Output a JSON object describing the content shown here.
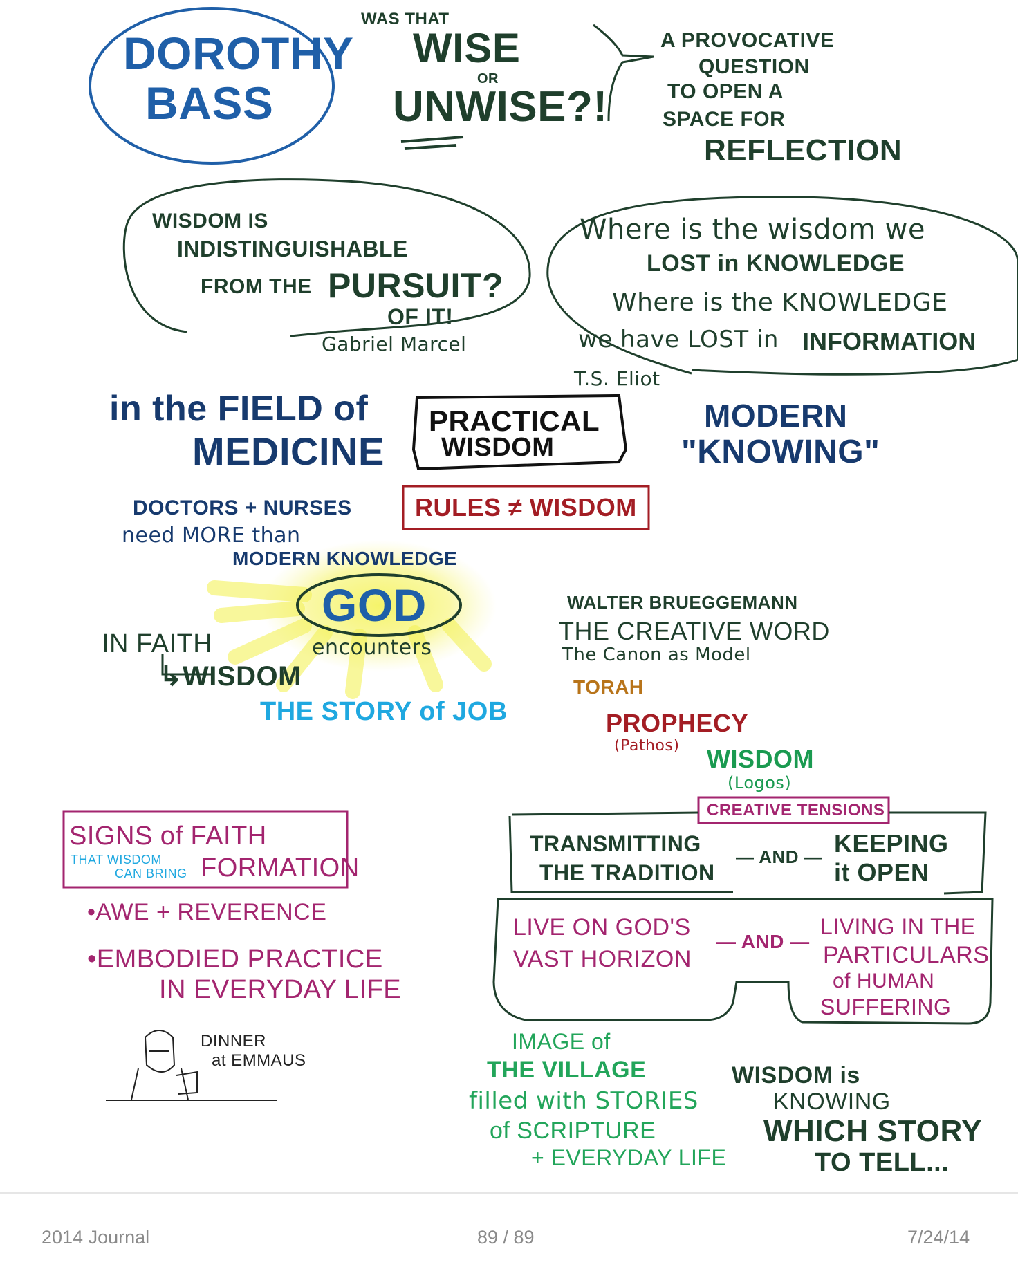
{
  "speaker": {
    "name_line1": "DOROTHY",
    "name_line2": "BASS"
  },
  "question": {
    "was_that": "WAS THAT",
    "wise": "WISE",
    "or": "OR",
    "unwise": "UNWISE?!"
  },
  "provocative": {
    "lines": [
      "A PROVOCATIVE",
      "QUESTION",
      "TO OPEN A",
      "SPACE FOR",
      "REFLECTION"
    ]
  },
  "marcel_bubble": {
    "lines": [
      "WISDOM IS",
      "INDISTINGUISHABLE",
      "FROM THE",
      "PURSUIT?",
      "OF IT!"
    ],
    "author": "Gabriel Marcel"
  },
  "eliot_bubble": {
    "lines": [
      "Where is the wisdom we",
      "LOST in KNOWLEDGE",
      "Where is the KNOWLEDGE",
      "we have LOST in",
      "INFORMATION"
    ],
    "author": "T.S. Eliot"
  },
  "medicine": {
    "line1": "in the FIELD of",
    "line2": "MEDICINE"
  },
  "practical_wisdom": {
    "line1": "PRACTICAL",
    "line2": "WISDOM"
  },
  "modern_knowing": {
    "line1": "MODERN",
    "line2": "\"KNOWING\""
  },
  "rules": "RULES ≠ WISDOM",
  "doctors": {
    "lines": [
      "DOCTORS + NURSES",
      "need MORE than",
      "MODERN KNOWLEDGE"
    ]
  },
  "god": {
    "label": "GOD",
    "in_faith": "IN FAITH",
    "wisdom": "↳WISDOM",
    "encounters": "encounters",
    "job": "THE STORY of JOB"
  },
  "brueggemann": {
    "author": "WALTER BRUEGGEMANN",
    "title": "THE CREATIVE WORD",
    "subtitle": "The Canon as Model",
    "torah": "TORAH",
    "prophecy": "PROPHECY",
    "pathos": "(Pathos)",
    "wisdom": "WISDOM",
    "logos": "(Logos)"
  },
  "tensions": {
    "label": "CREATIVE TENSIONS",
    "first": {
      "left1": "TRANSMITTING",
      "left2": "THE TRADITION",
      "and": "— AND —",
      "right1": "KEEPING",
      "right2": "it OPEN"
    },
    "second": {
      "left1": "LIVE ON GOD'S",
      "left2": "VAST HORIZON",
      "and": "— AND —",
      "right1": "LIVING IN THE",
      "right2": "PARTICULARS",
      "right3": "of HUMAN",
      "right4": "SUFFERING"
    }
  },
  "signs": {
    "title1": "SIGNS of FAITH",
    "sub1": "THAT WISDOM",
    "sub2": "CAN BRING",
    "title2": "FORMATION",
    "bullet1": "•AWE + REVERENCE",
    "bullet2a": "•EMBODIED PRACTICE",
    "bullet2b": "IN EVERYDAY LIFE"
  },
  "emmaus": {
    "line1": "DINNER",
    "line2": "at EMMAUS"
  },
  "village": {
    "lines": [
      "IMAGE of",
      "THE VILLAGE",
      "filled with STORIES",
      "of SCRIPTURE",
      "+ EVERYDAY LIFE"
    ]
  },
  "story": {
    "lines": [
      "WISDOM is",
      "KNOWING",
      "WHICH STORY",
      "TO TELL..."
    ]
  },
  "footer": {
    "journal": "2014 Journal",
    "page": "89 / 89",
    "date": "7/24/14"
  },
  "colors": {
    "blue": "#1f5fa8",
    "dark_green": "#1f3f2c",
    "navy": "#173a6e",
    "red": "#a31d24",
    "light_blue": "#1fa8e0",
    "magenta": "#a3256f",
    "green": "#1a9a50",
    "yellow_glow": "#f4f25a"
  }
}
